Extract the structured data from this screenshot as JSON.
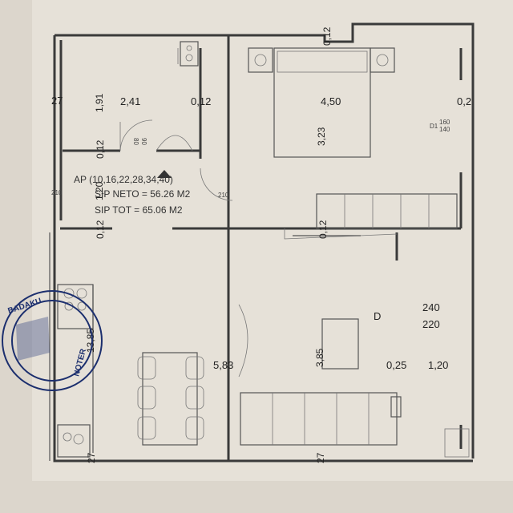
{
  "plan": {
    "apartment_code": "AP (10,16,22,28,34,40)",
    "net_area": "SIP NETO = 56.26 M2",
    "total_area": "SIP TOT = 65.06 M2"
  },
  "dims": {
    "d27_left": "27",
    "d191": "1,91",
    "d241": "2,41",
    "d012_a": "0,12",
    "d450": "4,50",
    "d02": "0,2",
    "d323": "3,23",
    "d012_b": "0,12",
    "d120": "1,20",
    "d012_c": "0,12",
    "d012_d": "0,12",
    "d012_e": "0,12",
    "d240": "240",
    "d220": "220",
    "door_d": "D",
    "d385": "3,85",
    "d025": "0,25",
    "d120b": "1,20",
    "d583": "5,83",
    "d1385": "13,85",
    "d27_bottom_a": "27",
    "d27_bottom_b": "27",
    "small_160": "160",
    "small_140": "140",
    "small_d1": "D1",
    "small_210a": "210",
    "small_210b": "210",
    "small_80": "80",
    "small_90": "90"
  },
  "stamp": {
    "text_a": "BADAKU",
    "text_b": "NOTER"
  }
}
